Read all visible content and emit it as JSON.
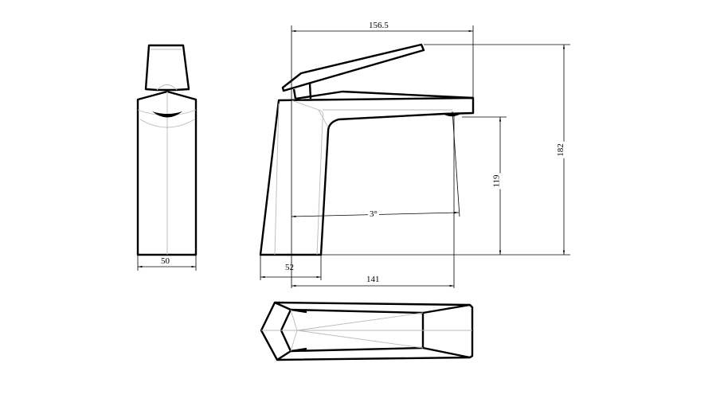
{
  "drawing": {
    "title": "Basin faucet technical drawing",
    "dimensions": {
      "overall_length": "156.5",
      "overall_height": "182",
      "spout_height": "119",
      "spout_angle": "3°",
      "front_width": "50",
      "base_depth": "52",
      "spout_reach": "141"
    },
    "colors": {
      "outline": "#000000",
      "hidden": "#bbbbbb"
    }
  }
}
